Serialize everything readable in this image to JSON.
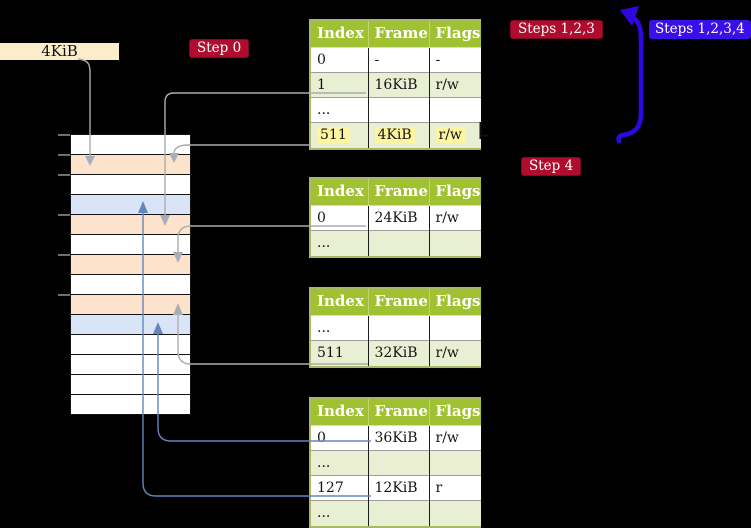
{
  "labels": {
    "mem_size": "4KiB",
    "step0": "Step 0",
    "steps123": "Steps 1,2,3",
    "steps1234": "Steps 1,2,3,4",
    "step4": "Step 4"
  },
  "colors": {
    "crimson": "#b00d2e",
    "blue_badge": "#3a10e8",
    "arrow_blue": "#2f07e0",
    "header_green": "#a0c232",
    "row_green": "#e8efd3",
    "olive": "#a9b768",
    "peach": "#fde3cb",
    "light_blue": "#d9e5f6",
    "cream": "#fcedca",
    "highlight": "#fdf5a0",
    "gray_line": "#acacac",
    "blue_line": "#6485bd"
  },
  "memory": {
    "rows": [
      "white",
      "peach",
      "white",
      "blue",
      "peach",
      "white",
      "peach",
      "white",
      "peach",
      "blue",
      "white",
      "white",
      "white",
      "white"
    ]
  },
  "tables": [
    {
      "name": "table-at-4KiB",
      "headers": [
        "Index",
        "Frame",
        "Flags"
      ],
      "rows": [
        {
          "cells": [
            "0",
            "-",
            "-"
          ],
          "shaded": false,
          "highlight": false
        },
        {
          "cells": [
            "1",
            "16KiB",
            "r/w"
          ],
          "shaded": true,
          "highlight": false
        },
        {
          "cells": [
            "...",
            "",
            ""
          ],
          "shaded": false,
          "highlight": false
        },
        {
          "cells": [
            "511",
            "4KiB",
            "r/w"
          ],
          "shaded": true,
          "highlight": true
        }
      ]
    },
    {
      "name": "table-at-16KiB",
      "headers": [
        "Index",
        "Frame",
        "Flags"
      ],
      "rows": [
        {
          "cells": [
            "0",
            "24KiB",
            "r/w"
          ],
          "shaded": false,
          "highlight": false
        },
        {
          "cells": [
            "...",
            "",
            ""
          ],
          "shaded": true,
          "highlight": false
        }
      ]
    },
    {
      "name": "table-at-24KiB",
      "headers": [
        "Index",
        "Frame",
        "Flags"
      ],
      "rows": [
        {
          "cells": [
            "...",
            "",
            ""
          ],
          "shaded": false,
          "highlight": false
        },
        {
          "cells": [
            "511",
            "32KiB",
            "r/w"
          ],
          "shaded": true,
          "highlight": false
        }
      ]
    },
    {
      "name": "table-at-32KiB",
      "headers": [
        "Index",
        "Frame",
        "Flags"
      ],
      "rows": [
        {
          "cells": [
            "0",
            "36KiB",
            "r/w"
          ],
          "shaded": false,
          "highlight": false
        },
        {
          "cells": [
            "...",
            "",
            ""
          ],
          "shaded": true,
          "highlight": false
        },
        {
          "cells": [
            "127",
            "12KiB",
            "r"
          ],
          "shaded": false,
          "highlight": false
        },
        {
          "cells": [
            "...",
            "",
            ""
          ],
          "shaded": true,
          "highlight": false
        }
      ]
    }
  ]
}
